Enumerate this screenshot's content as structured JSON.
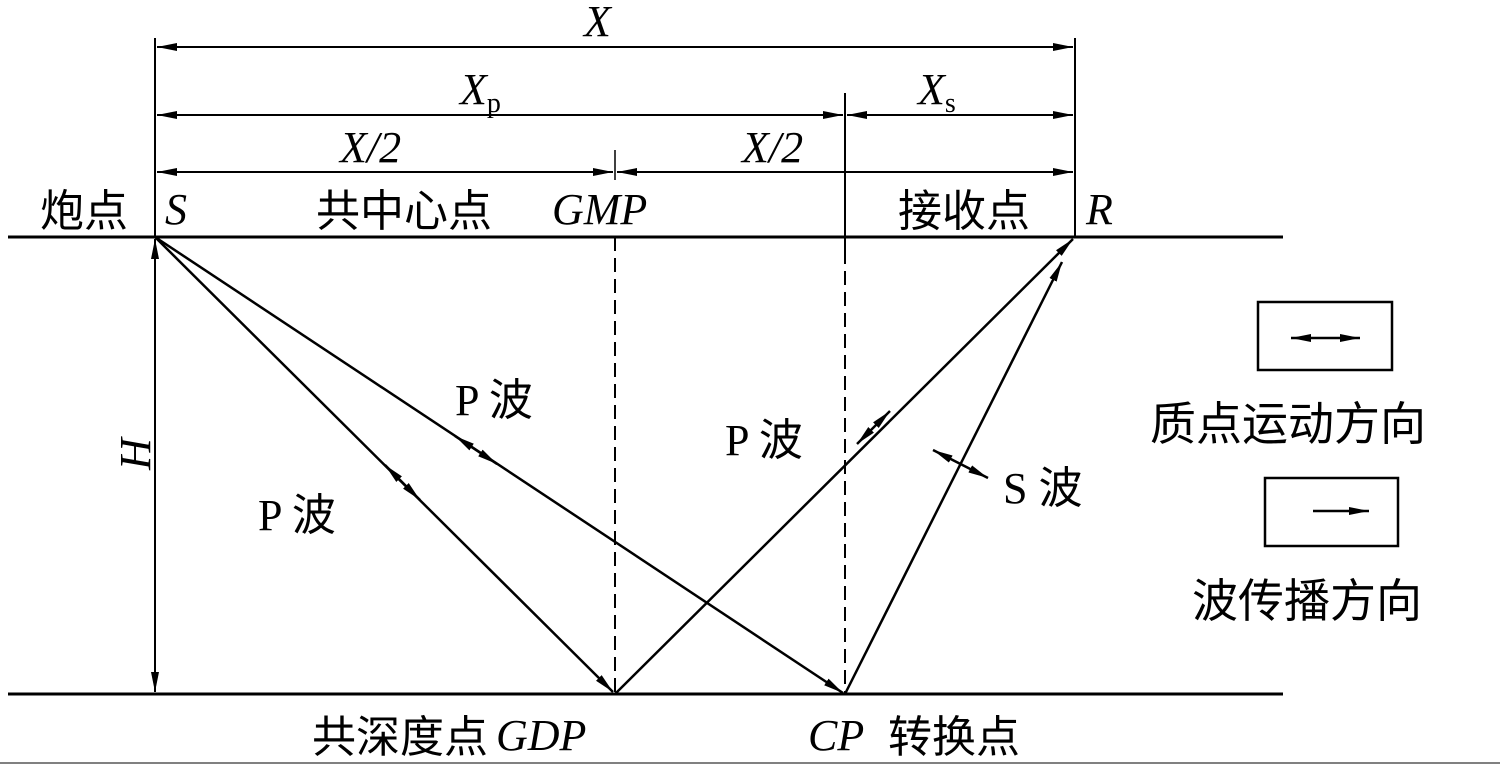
{
  "labels": {
    "X": "X",
    "Xp_main": "X",
    "Xp_sub": "p",
    "Xs_main": "X",
    "Xs_sub": "s",
    "half_left": "X/2",
    "half_right": "X/2",
    "shot_cn": "炮点",
    "shot_sym": "S",
    "cmp_cn": "共中心点",
    "cmp_sym": "GMP",
    "recv_cn": "接收点",
    "recv_sym": "R",
    "depth": "H",
    "p_wave_1": "P 波",
    "p_wave_2": "P 波",
    "p_wave_3": "P 波",
    "s_wave": "S 波",
    "cdp_cn": "共深度点",
    "cdp_sym": "GDP",
    "cp_sym": "CP",
    "cp_cn": "转换点"
  },
  "legend": {
    "particle_motion": "质点运动方向",
    "wave_propagation": "波传播方向"
  }
}
